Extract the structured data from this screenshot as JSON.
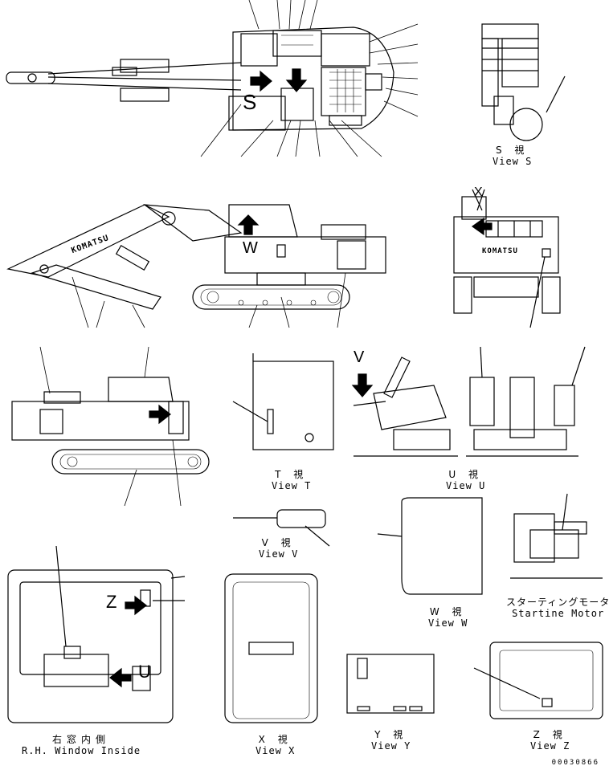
{
  "views": {
    "view_s": {
      "jp": "S 視",
      "en": "View S"
    },
    "view_t": {
      "jp": "T 視",
      "en": "View T"
    },
    "view_u": {
      "jp": "U 視",
      "en": "View U"
    },
    "view_v": {
      "jp": "V 視",
      "en": "View V"
    },
    "view_w": {
      "jp": "W 視",
      "en": "View W"
    },
    "view_x": {
      "jp": "X 視",
      "en": "View X"
    },
    "view_y": {
      "jp": "Y 視",
      "en": "View Y"
    },
    "view_z": {
      "jp": "Z 視",
      "en": "View Z"
    },
    "window_inside": {
      "jp": "右窓内側",
      "en": "R.H. Window Inside"
    },
    "starting_motor": {
      "jp": "スターティングモータ",
      "en": "Startine Motor"
    }
  },
  "markers": {
    "s": "S",
    "w": "W",
    "x": "X",
    "v": "V",
    "z": "Z",
    "u": "U"
  },
  "brand": "KOMATSU",
  "doc_number": "00030866"
}
